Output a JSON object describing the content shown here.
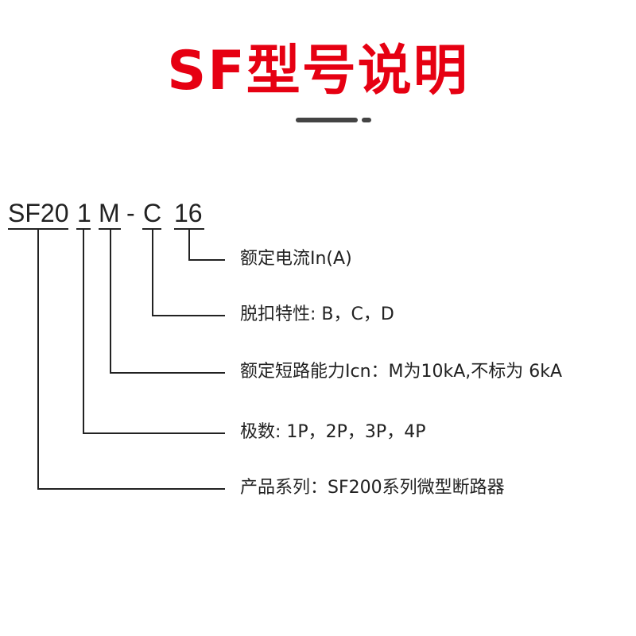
{
  "title": "SF型号说明",
  "code": {
    "part1": "SF20",
    "part2": "1",
    "part3": "M",
    "dash": "-",
    "part4": "C",
    "part5": "16"
  },
  "descriptions": [
    "额定电流In(A)",
    "脱扣特性: B，C，D",
    "额定短路能力Icn：M为10kA,不标为 6kA",
    "极数: 1P，2P，3P，4P",
    "产品系列：SF200系列微型断路器"
  ],
  "colors": {
    "title": "#e60012",
    "lines": "#222222"
  }
}
